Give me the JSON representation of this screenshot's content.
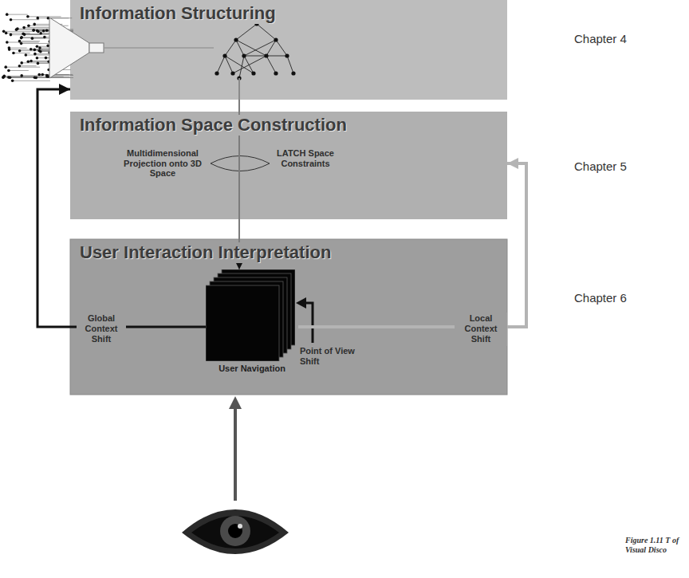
{
  "diagram": {
    "caption": "Figure 1.11 T of Visual Disco",
    "nodes": [
      {
        "text": [
          "Information Structuring"
        ]
      },
      {
        "text": [
          "Information Space Construction"
        ]
      },
      {
        "text": [
          "User Interaction Interpretation"
        ]
      },
      {
        "text": [
          "User Navigation"
        ],
        "in": 2
      }
    ],
    "edges": [
      {
        "from": 0,
        "to": 3,
        "arrow": "to"
      },
      {
        "from": 3,
        "to": 0,
        "label": "Global Context Shift",
        "arrow": "to"
      },
      {
        "from": 3,
        "to": 1,
        "label": "Local Context Shift",
        "arrow": "to"
      }
    ],
    "labels": [
      "Multidimensional Projection onto 3D Space",
      "LATCH Space Constraints",
      "Point of View Shift",
      "Chapter 4",
      "Chapter 5",
      "Chapter 6"
    ]
  }
}
